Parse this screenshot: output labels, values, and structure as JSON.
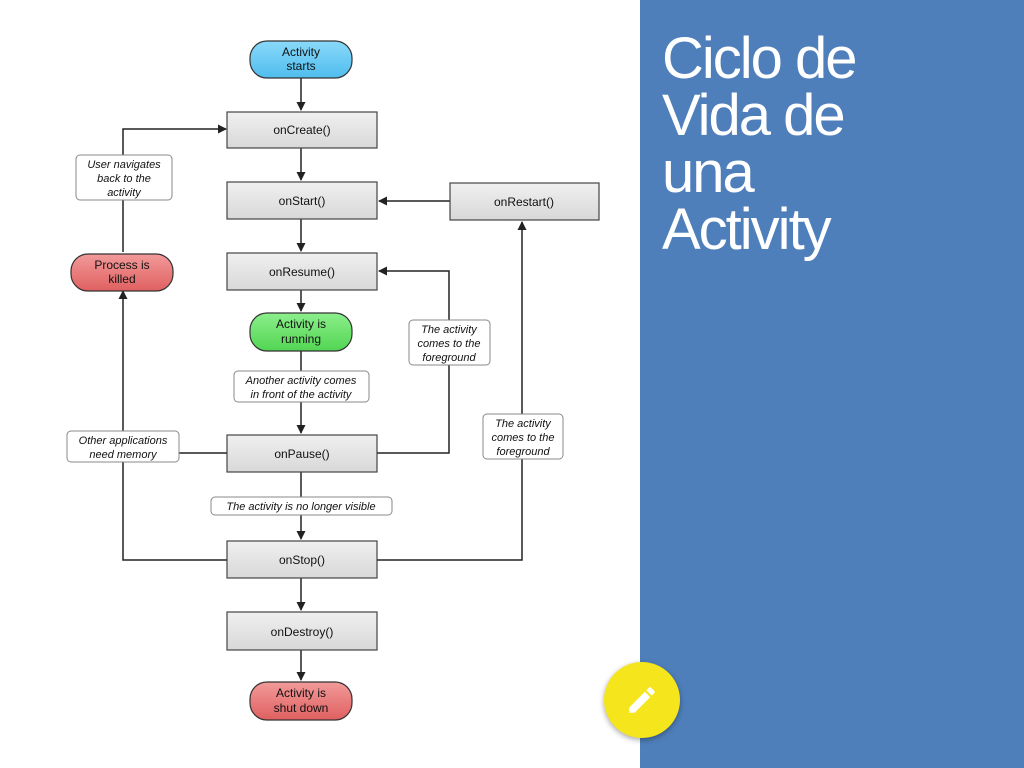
{
  "title_lines": [
    "Ciclo de",
    "Vida de",
    "una",
    "Activity"
  ],
  "colors": {
    "panel": "#4f7fbb",
    "title": "#ffffff",
    "fab": "#f5e51c",
    "start_node": "#5ec8f5",
    "running_node": "#66e166",
    "killed_node": "#ea7272",
    "method_node": "#e3e3e3"
  },
  "fab_icon": "pencil-icon",
  "nodes": {
    "activity_starts": [
      "Activity",
      "starts"
    ],
    "on_create": "onCreate()",
    "on_start": "onStart()",
    "on_restart": "onRestart()",
    "on_resume": "onResume()",
    "activity_running": [
      "Activity is",
      "running"
    ],
    "on_pause": "onPause()",
    "on_stop": "onStop()",
    "on_destroy": "onDestroy()",
    "activity_shut_down": [
      "Activity is",
      "shut down"
    ],
    "process_killed": [
      "Process is",
      "killed"
    ]
  },
  "notes": {
    "user_navigates": [
      "User navigates",
      "back to the",
      "activity"
    ],
    "comes_foreground_1": [
      "The activity",
      "comes to the",
      "foreground"
    ],
    "another_activity": [
      "Another activity comes",
      "in front of the activity"
    ],
    "other_apps": [
      "Other applications",
      "need memory"
    ],
    "comes_foreground_2": [
      "The activity",
      "comes to the",
      "foreground"
    ],
    "no_longer_visible": "The activity is no longer visible"
  }
}
